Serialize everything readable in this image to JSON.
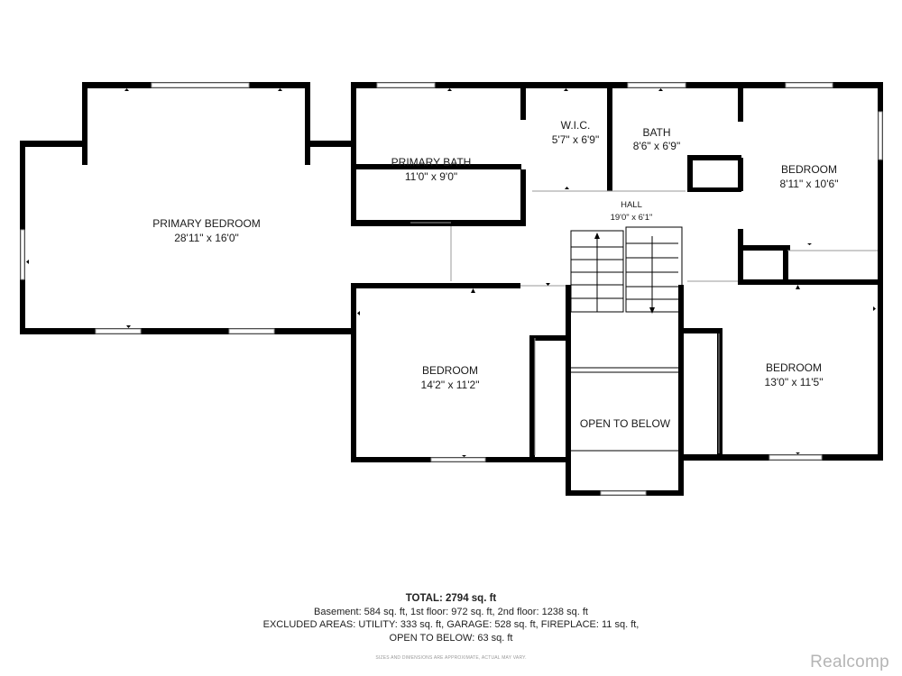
{
  "rooms": {
    "primary_bedroom": {
      "name": "PRIMARY BEDROOM",
      "dims": "28'11\" x 16'0\""
    },
    "primary_bath": {
      "name": "PRIMARY BATH",
      "dims": "11'0\" x 9'0\""
    },
    "wic": {
      "name": "W.I.C.",
      "dims": "5'7\" x 6'9\""
    },
    "bath": {
      "name": "BATH",
      "dims": "8'6\" x 6'9\""
    },
    "bedroom_ne": {
      "name": "BEDROOM",
      "dims": "8'11\" x 10'6\""
    },
    "hall": {
      "name": "HALL",
      "dims": "19'0\" x 6'1\""
    },
    "bedroom_center": {
      "name": "BEDROOM",
      "dims": "14'2\" x 11'2\""
    },
    "bedroom_se": {
      "name": "BEDROOM",
      "dims": "13'0\" x 11'5\""
    },
    "open_to_below": {
      "name": "OPEN TO BELOW"
    }
  },
  "summary": {
    "total": "TOTAL: 2794 sq. ft",
    "line1": "Basement: 584 sq. ft, 1st floor: 972 sq. ft, 2nd floor: 1238 sq. ft",
    "line2": "EXCLUDED AREAS: UTILITY: 333 sq. ft, GARAGE: 528 sq. ft, FIREPLACE: 11 sq. ft,",
    "line3": "OPEN TO BELOW: 63 sq. ft",
    "note": "SIZES AND DIMENSIONS ARE APPROXIMATE, ACTUAL MAY VARY."
  },
  "brand": {
    "name": "Realcomp"
  }
}
